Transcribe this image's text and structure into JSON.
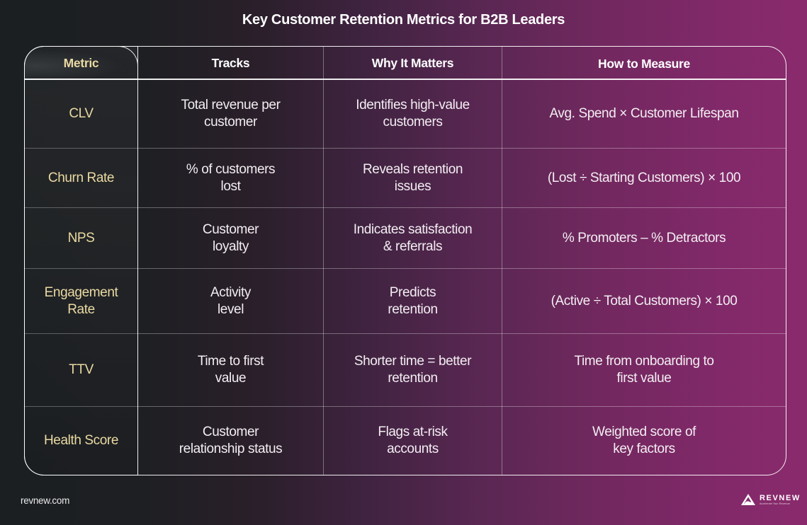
{
  "title": "Key Customer Retention Metrics for B2B Leaders",
  "colors": {
    "background_left": "#1b1f21",
    "background_right": "#8a2a6c",
    "metric_text": "#ead9a2",
    "body_text": "#f3eef2",
    "border": "#ffffff"
  },
  "table": {
    "headers": [
      "Metric",
      "Tracks",
      "Why It Matters",
      "How to Measure"
    ],
    "rows": [
      {
        "metric": [
          "CLV"
        ],
        "tracks": [
          "Total revenue per",
          "customer"
        ],
        "why": [
          "Identifies high-value",
          "customers"
        ],
        "how": [
          "Avg. Spend × Customer Lifespan"
        ]
      },
      {
        "metric": [
          "Churn Rate"
        ],
        "tracks": [
          "% of customers",
          "lost"
        ],
        "why": [
          "Reveals retention",
          "issues"
        ],
        "how": [
          "(Lost ÷ Starting Customers) × 100"
        ]
      },
      {
        "metric": [
          "NPS"
        ],
        "tracks": [
          "Customer",
          "loyalty"
        ],
        "why": [
          "Indicates satisfaction",
          "& referrals"
        ],
        "how": [
          "% Promoters – % Detractors"
        ]
      },
      {
        "metric": [
          "Engagement",
          "Rate"
        ],
        "tracks": [
          "Activity",
          "level"
        ],
        "why": [
          "Predicts",
          "retention"
        ],
        "how": [
          "(Active ÷ Total Customers) × 100"
        ]
      },
      {
        "metric": [
          "TTV"
        ],
        "tracks": [
          "Time to first",
          "value"
        ],
        "why": [
          "Shorter time = better",
          "retention"
        ],
        "how": [
          "Time from onboarding to",
          "first value"
        ]
      },
      {
        "metric": [
          "Health Score"
        ],
        "tracks": [
          "Customer",
          "relationship status"
        ],
        "why": [
          "Flags at-risk",
          "accounts"
        ],
        "how": [
          "Weighted score of",
          "key factors"
        ]
      }
    ]
  },
  "footer": {
    "url": "revnew.com",
    "logo": {
      "icon": "mountain-wave-triangle-icon",
      "name": "REVNEW",
      "tagline": "Accelerate Your Revenue"
    }
  }
}
